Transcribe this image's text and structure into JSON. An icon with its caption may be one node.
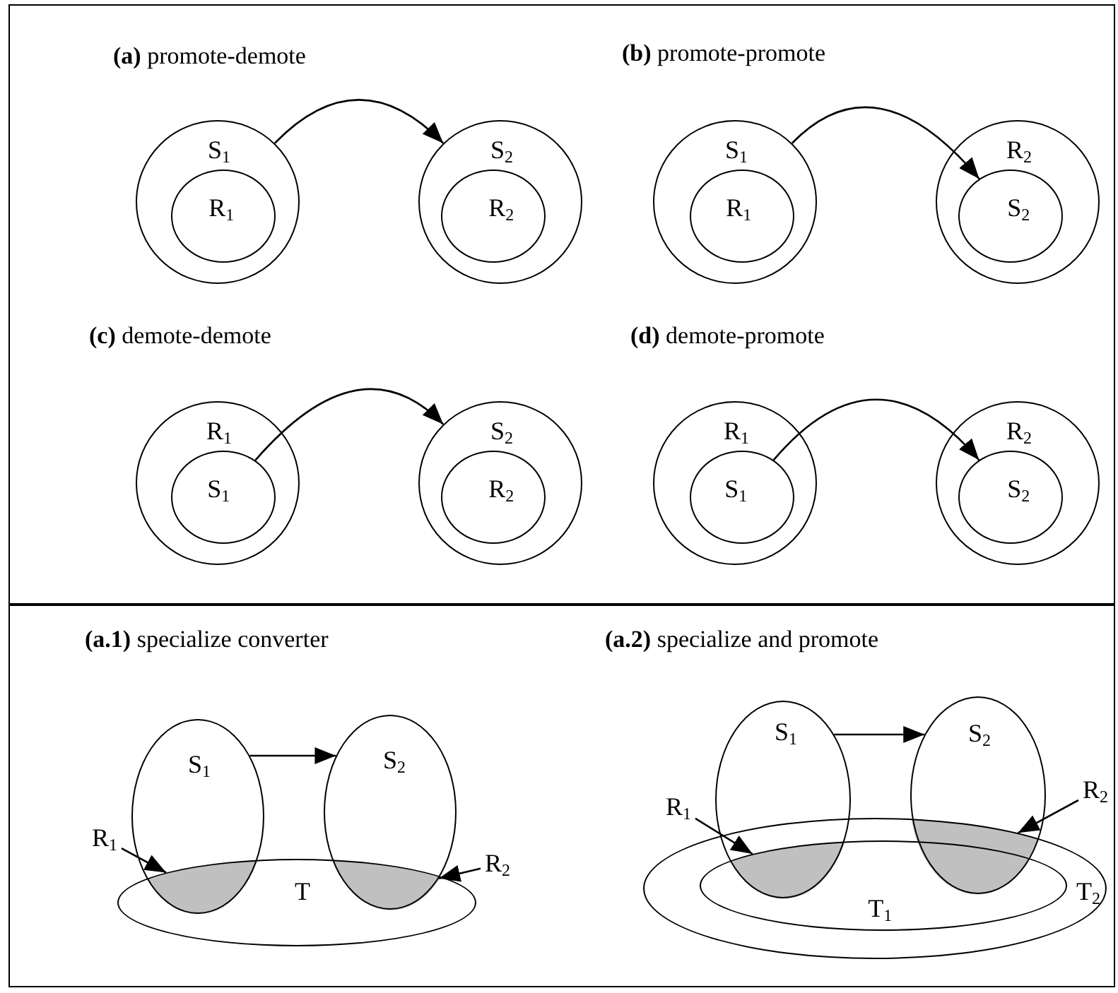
{
  "diagram": {
    "nodes": [
      {
        "text": [
          "S$_{1}$"
        ]
      },
      {
        "text": [
          "R$_{1}$"
        ],
        "in": 0
      },
      {
        "text": [
          "S$_{2}$"
        ]
      },
      {
        "text": [
          "R$_{2}$"
        ],
        "in": 2
      },
      {
        "text": [
          "S$_{1}$"
        ]
      },
      {
        "text": [
          "R$_{1}$"
        ],
        "in": 4
      },
      {
        "text": [
          "R$_{2}$"
        ]
      },
      {
        "text": [
          "S$_{2}$"
        ],
        "in": 6
      },
      {
        "text": [
          "R$_{1}$"
        ]
      },
      {
        "text": [
          "S$_{1}$"
        ],
        "in": 8
      },
      {
        "text": [
          "S$_{2}$"
        ]
      },
      {
        "text": [
          "R$_{2}$"
        ],
        "in": 10
      },
      {
        "text": [
          "R$_{1}$"
        ]
      },
      {
        "text": [
          "S$_{1}$"
        ],
        "in": 12
      },
      {
        "text": [
          "R$_{2}$"
        ]
      },
      {
        "text": [
          "S$_{2}$"
        ],
        "in": 14
      },
      {
        "text": [
          "S$_{1}$"
        ]
      },
      {
        "text": [
          "S$_{2}$"
        ]
      },
      {
        "text": [
          "R$_{1}$"
        ]
      },
      {
        "text": [],
        "shape": "lens"
      },
      {
        "text": [
          "T"
        ]
      },
      {
        "text": [],
        "shape": "lens"
      },
      {
        "text": [
          "R$_{2}$"
        ]
      },
      {
        "text": [
          "S$_{1}$"
        ]
      },
      {
        "text": [
          "S$_{2}$"
        ]
      },
      {
        "text": [
          "R$_{1}$"
        ]
      },
      {
        "text": [
          "R$_{2}$"
        ]
      },
      {
        "text": [
          "T$_{2}$"
        ]
      },
      {
        "text": [
          "T$_{1}$"
        ],
        "in": 27
      },
      {
        "text": [],
        "shape": "lens"
      },
      {
        "text": [],
        "shape": "lens"
      }
    ],
    "edges": [
      {
        "from": 0,
        "to": 2,
        "arrow": "to"
      },
      {
        "from": 4,
        "to": 7,
        "arrow": "to"
      },
      {
        "from": 9,
        "to": 10,
        "arrow": "to"
      },
      {
        "from": 13,
        "to": 15,
        "arrow": "to"
      },
      {
        "from": 16,
        "to": 17,
        "arrow": "to"
      },
      {
        "from": 18,
        "to": 19,
        "arrow": "to"
      },
      {
        "from": 22,
        "to": 21,
        "arrow": "to"
      },
      {
        "from": 23,
        "to": 24,
        "arrow": "to"
      },
      {
        "from": 25,
        "to": 29,
        "arrow": "to"
      },
      {
        "from": 26,
        "to": 30,
        "arrow": "to"
      }
    ],
    "labels": [
      "**(a)** promote-demote",
      "**(b)** promote-promote",
      "**(c)** demote-demote",
      "**(d)** demote-promote",
      "**(a.1)** specialize converter",
      "**(a.2)** specialize and promote"
    ]
  }
}
